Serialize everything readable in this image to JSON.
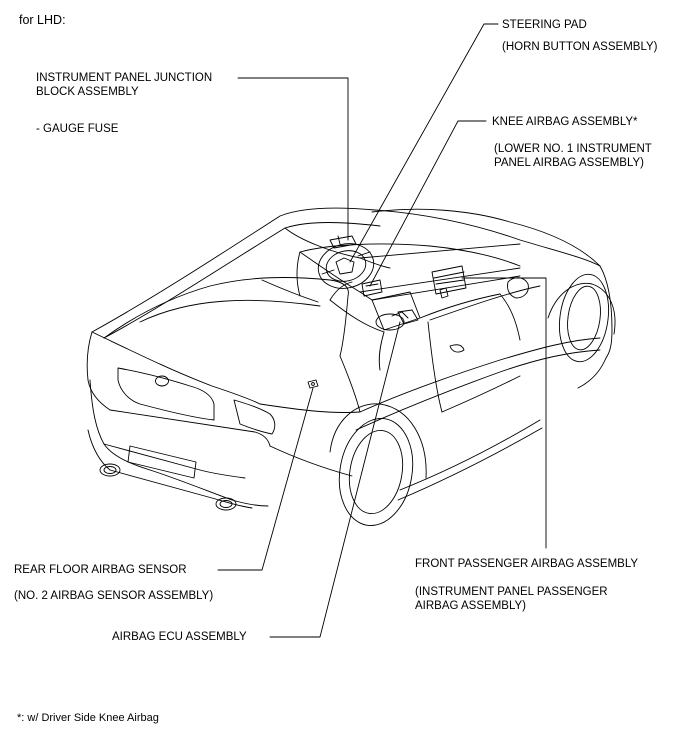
{
  "header": "for LHD:",
  "labels": {
    "steering_pad": "STEERING PAD",
    "steering_pad_sub": "(HORN BUTTON ASSEMBLY)",
    "ipjb_line1": "INSTRUMENT PANEL JUNCTION",
    "ipjb_line2": "BLOCK ASSEMBLY",
    "gauge_fuse": "- GAUGE FUSE",
    "knee_airbag": "KNEE AIRBAG ASSEMBLY*",
    "knee_airbag_sub1": "(LOWER NO. 1 INSTRUMENT",
    "knee_airbag_sub2": "PANEL AIRBAG ASSEMBLY)",
    "rear_floor_sensor": "REAR FLOOR AIRBAG SENSOR",
    "rear_floor_sensor_sub": "(NO. 2 AIRBAG SENSOR ASSEMBLY)",
    "front_passenger": "FRONT PASSENGER AIRBAG ASSEMBLY",
    "front_passenger_sub1": "(INSTRUMENT PANEL PASSENGER",
    "front_passenger_sub2": "AIRBAG ASSEMBLY)",
    "airbag_ecu": "AIRBAG ECU ASSEMBLY"
  },
  "footnote": "*: w/ Driver Side Knee Airbag"
}
